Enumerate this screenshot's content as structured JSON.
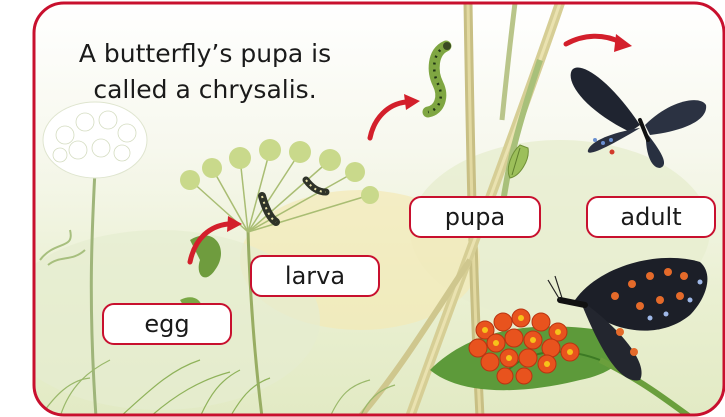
{
  "caption": "A butterfly’s pupa is called a chrysalis.",
  "stages": {
    "egg": "egg",
    "larva": "larva",
    "pupa": "pupa",
    "adult": "adult"
  },
  "colors": {
    "frame": "#c8102e",
    "arrow": "#d31f2b",
    "leaf_green": "#7aa845",
    "flower_orange": "#e8531e",
    "butterfly_dark": "#2a2c36"
  },
  "icons": [
    "queen-annes-lace-flower-icon",
    "fennel-plant-icon",
    "caterpillar-icon",
    "chrysalis-icon",
    "swallowtail-butterfly-icon",
    "milkweed-flower-icon",
    "curved-arrow-icon"
  ]
}
